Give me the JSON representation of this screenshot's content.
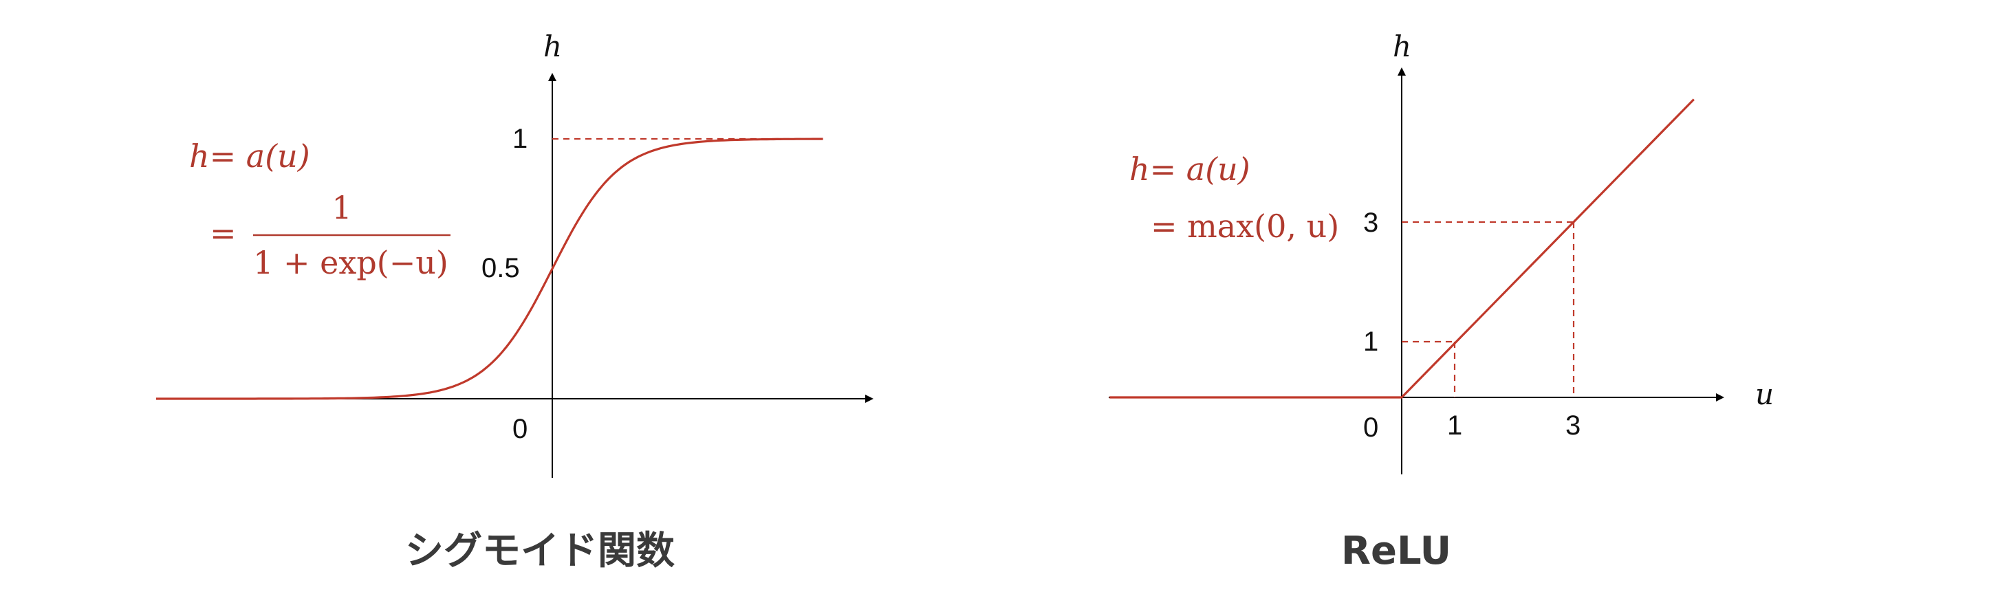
{
  "chart_data": [
    {
      "type": "line",
      "title": "シグモイド関数",
      "y_axis_var": "h",
      "x_axis_var": "",
      "formula_line1": "h= a(u)",
      "formula_eq": "=",
      "formula_numerator": "1",
      "formula_denominator": "1 + exp(−u)",
      "tick_labels": {
        "y_top": "1",
        "y_mid": "0.5",
        "origin": "0"
      },
      "function": "sigmoid",
      "x_range": [
        -8,
        8
      ],
      "y_range": [
        -0.3,
        1.25
      ],
      "asymptote": 1,
      "midpoint": {
        "x": 0,
        "y": 0.5
      }
    },
    {
      "type": "line",
      "title": "ReLU",
      "y_axis_var": "h",
      "x_axis_var": "u",
      "formula_line1": "h= a(u)",
      "formula_line2": "= max(0, u)",
      "tick_labels": {
        "y_3": "3",
        "y_1": "1",
        "origin": "0",
        "x_1": "1",
        "x_3": "3"
      },
      "function": "relu",
      "x_range": [
        -5,
        5
      ],
      "y_range": [
        -1.4,
        5.8
      ],
      "marked_points": [
        {
          "x": 1,
          "y": 1
        },
        {
          "x": 3,
          "y": 3
        }
      ]
    }
  ],
  "colors": {
    "curve": "#c0392b",
    "formula": "#b03a2e",
    "axis": "#000000",
    "caption": "#3a3a3a"
  }
}
